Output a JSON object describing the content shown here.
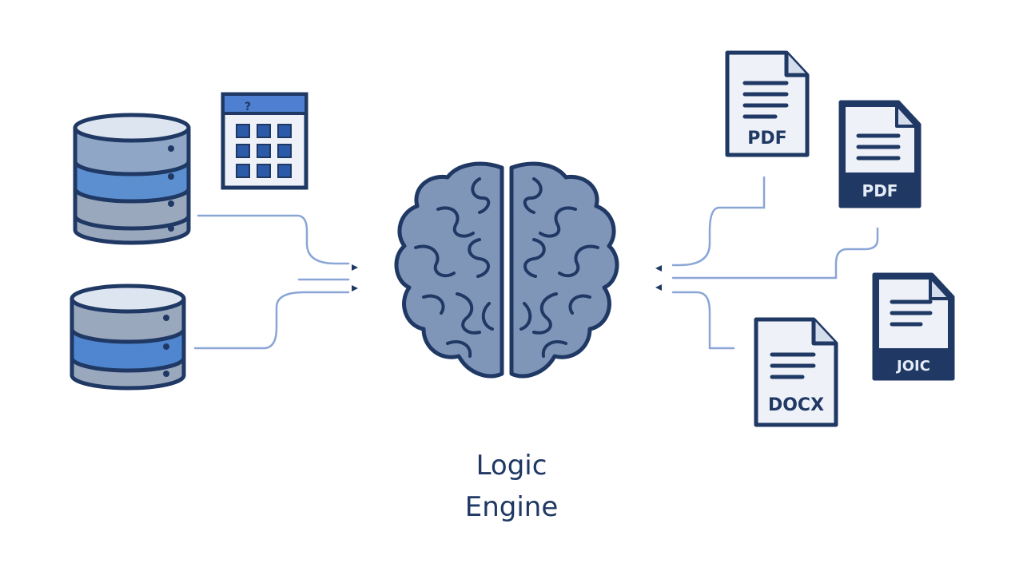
{
  "engine": {
    "line1": "Logic",
    "line2": "Engine"
  },
  "documents": {
    "pdf_top": "PDF",
    "pdf_dark": "PDF",
    "docx": "DOCX",
    "dark_right": "JOIC"
  },
  "icons": {
    "left": [
      "database-icon",
      "database-icon",
      "spreadsheet-icon"
    ],
    "center": "brain-icon",
    "right": [
      "pdf-document-icon",
      "pdf-document-icon",
      "docx-document-icon",
      "document-icon"
    ]
  },
  "colors": {
    "navy": "#1f3864",
    "brain_fill": "#8096b8",
    "disk_gray": "#9aa8bd",
    "disk_blue": "#5b8fd0",
    "disk_top": "#dde5f0",
    "connector": "#8aa6d6",
    "page_fill": "#eef2f8",
    "sheet_header": "#4f7fd0"
  }
}
